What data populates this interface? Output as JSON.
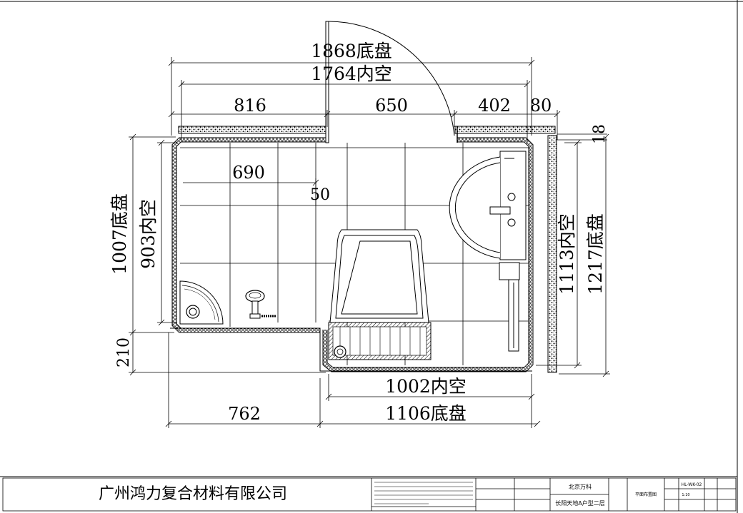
{
  "dimensions": {
    "base_tray_width": "1868底盘",
    "inner_width": "1764内空",
    "seg_816": "816",
    "seg_650": "650",
    "seg_402": "402",
    "seg_80": "80",
    "seg_18": "18",
    "seg_690": "690",
    "seg_50": "50",
    "left_base_tray": "1007底盘",
    "left_inner": "903内空",
    "right_inner": "1113内空",
    "right_base_tray": "1217底盘",
    "seg_210": "210",
    "bottom_inner": "1002内空",
    "bottom_base_tray": "1106底盘",
    "seg_762": "762"
  },
  "title_block": {
    "company": "广州鸿力复合材料有限公司",
    "client": "北京万科",
    "project": "长阳天地A户型二层",
    "drawing_name": "平面布置图",
    "drawing_no": "HL-WK-02",
    "scale": "1:10"
  },
  "colors": {
    "line": "#000000",
    "background": "#ffffff"
  }
}
